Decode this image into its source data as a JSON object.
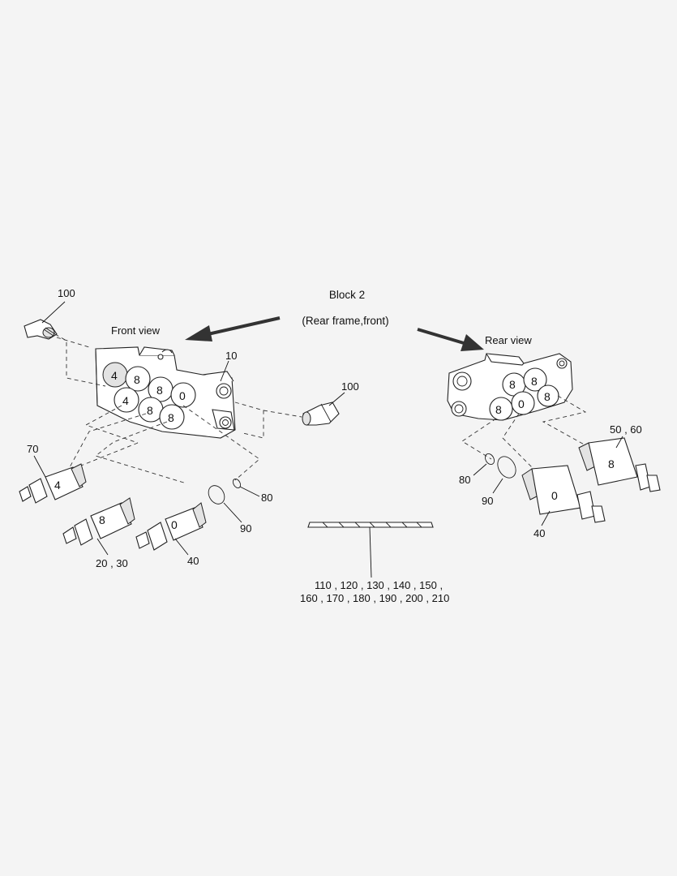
{
  "heading": {
    "block": "Block 2",
    "location": "(Rear frame,front)"
  },
  "views": {
    "front": "Front view",
    "rear": "Rear view"
  },
  "callouts": {
    "valve_body": "10",
    "elbow_front_top": "100",
    "elbow_front_right": "100",
    "cartridge_4": "70",
    "cartridge_8": "20 , 30",
    "cartridge_0_front": "40",
    "small_oring_front": "80",
    "large_oring_front": "90",
    "cartridge_8_rear": "50 , 60",
    "small_oring_rear": "80",
    "large_oring_rear": "90",
    "cartridge_0_rear": "40",
    "harness_line1": "110 , 120 , 130 , 140 , 150 ,",
    "harness_line2": "160 , 170 , 180 , 190 , 200 , 210"
  },
  "port_markers": {
    "front": [
      "4",
      "8",
      "8",
      "0",
      "4",
      "8",
      "8"
    ],
    "rear": [
      "8",
      "8",
      "8",
      "0",
      "8"
    ]
  },
  "cartridge_markers": {
    "c70": "4",
    "c20": "8",
    "c40": "0",
    "c50": "8",
    "c40r": "0"
  }
}
